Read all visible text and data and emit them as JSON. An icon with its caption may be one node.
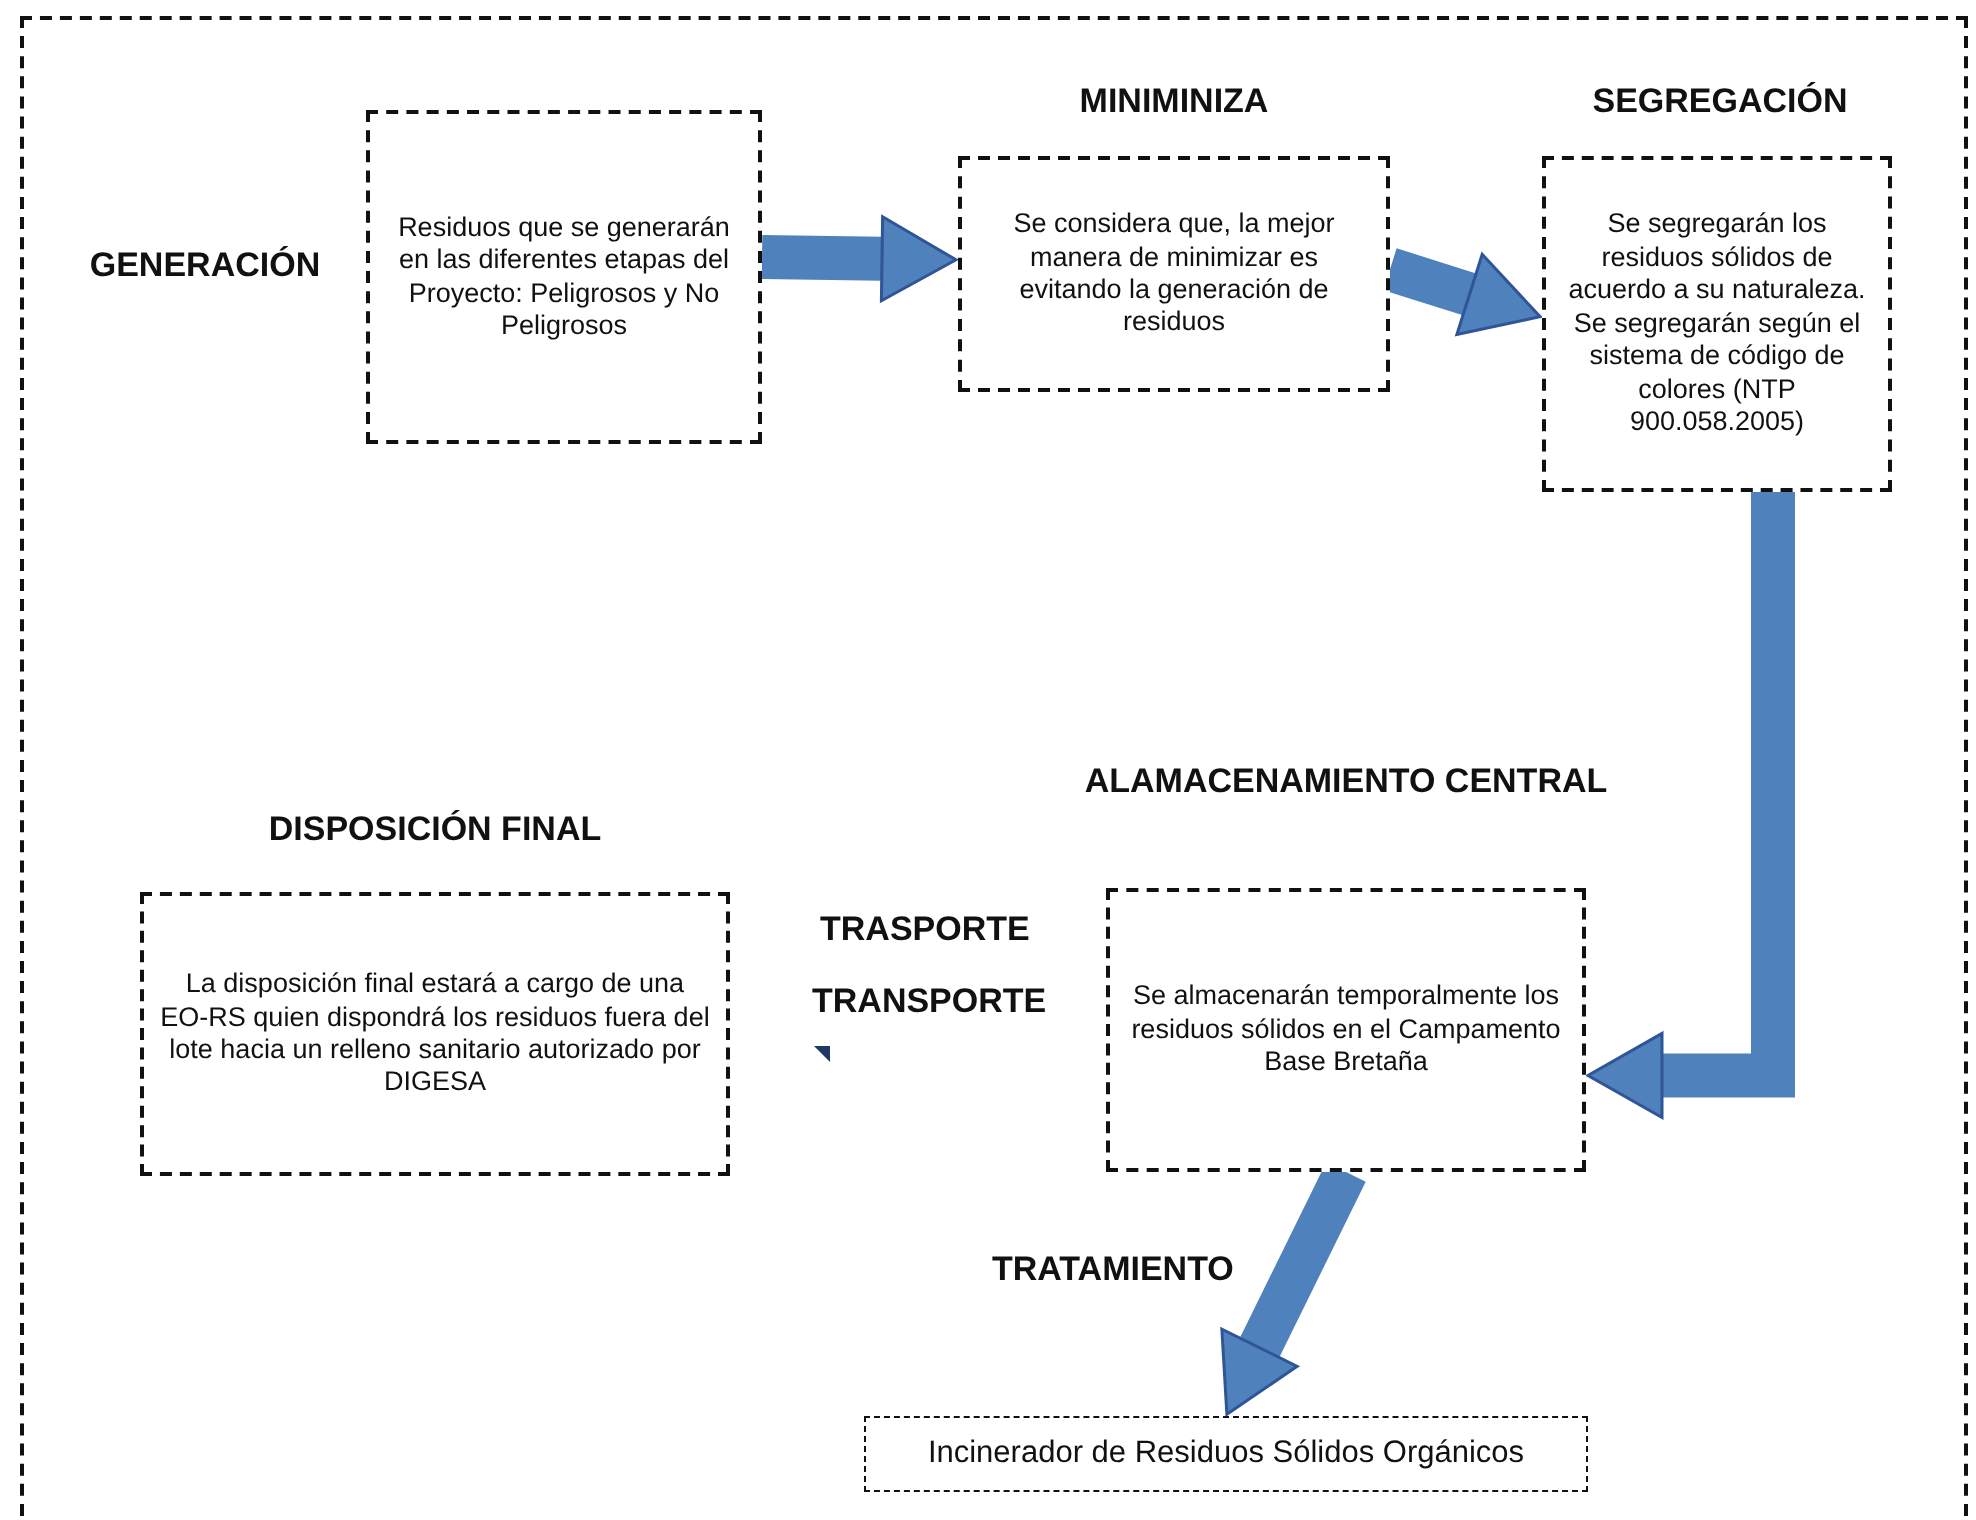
{
  "diagram": {
    "nodes": [
      {
        "text": [
          "GENERACIÓN",
          "Residuos que se generarán en las diferentes etapas del Proyecto: Peligrosos y No Peligrosos"
        ]
      },
      {
        "text": [
          "MINIMINIZA",
          "Se considera que, la mejor manera de minimizar es evitando la generación de residuos"
        ]
      },
      {
        "text": [
          "SEGREGACIÓN",
          "Se segregarán los residuos sólidos de acuerdo a su naturaleza. Se segregarán según el sistema de código de colores (NTP 900.058.2005)"
        ]
      },
      {
        "text": [
          "ALAMACENAMIENTO CENTRAL",
          "Se almacenarán temporalmente los residuos sólidos en el Campamento Base Bretaña"
        ]
      },
      {
        "text": [
          "DISPOSICIÓN FINAL",
          "La disposición final estará a cargo de una EO-RS quien dispondrá los residuos fuera del lote hacia un relleno sanitario autorizado por DIGESA"
        ]
      },
      {
        "text": [
          "Incinerador de Residuos Sólidos Orgánicos"
        ]
      }
    ],
    "edges": [
      {
        "from": 0,
        "to": 1,
        "arrow": "to"
      },
      {
        "from": 1,
        "to": 2,
        "arrow": "to"
      },
      {
        "from": 2,
        "to": 3,
        "arrow": "to"
      },
      {
        "from": 3,
        "to": 5,
        "arrow": "to"
      }
    ],
    "labels": [
      "TRASPORTE",
      "TRANSPORTE",
      "TRATAMIENTO"
    ]
  }
}
